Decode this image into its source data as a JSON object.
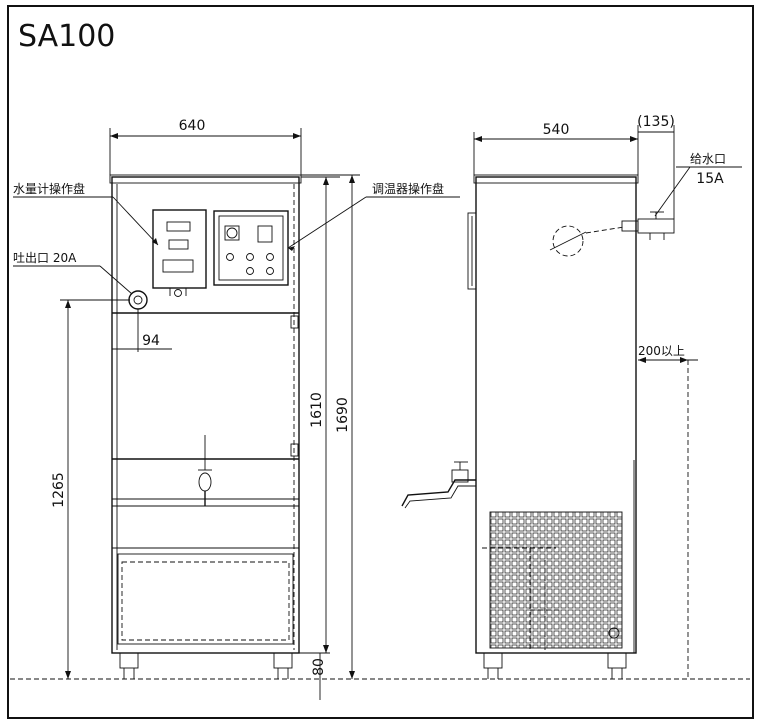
{
  "title": "SA100",
  "front": {
    "width": "640",
    "outlet_offset": "94",
    "outlet_height": "1265",
    "body_height": "1610",
    "total_height": "1690",
    "leg_height": "80",
    "label_flow_meter_panel": "水量计操作盘",
    "label_temp_controller_panel": "调温器操作盘",
    "label_outlet": "吐出口 20A"
  },
  "side": {
    "depth": "540",
    "pipe_projection": "(135)",
    "clearance": "200以上",
    "label_inlet": "给水口",
    "label_inlet_size": "15A"
  }
}
